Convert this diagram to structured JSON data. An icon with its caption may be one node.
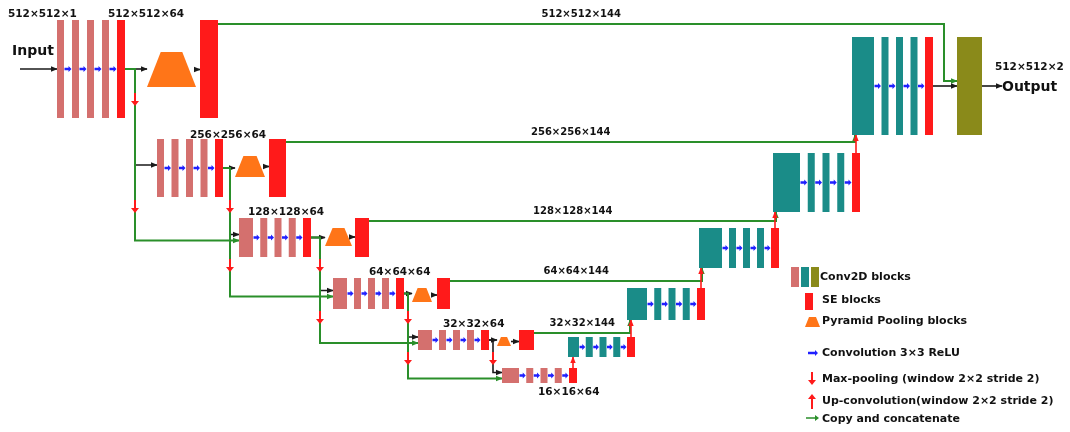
{
  "diagram": {
    "nodes": [
      {
        "text": [],
        "shape": "bars",
        "beside": [
          "512×512×1",
          "512×512×64"
        ]
      },
      {
        "text": [],
        "shape": "trapezoid"
      },
      {
        "text": [],
        "shape": "bar"
      },
      {
        "text": [],
        "shape": "bars",
        "beside": [
          "256×256×64"
        ]
      },
      {
        "text": [],
        "shape": "trapezoid"
      },
      {
        "text": [],
        "shape": "bar"
      },
      {
        "text": [],
        "shape": "bars",
        "beside": [
          "128×128×64"
        ]
      },
      {
        "text": [],
        "shape": "trapezoid"
      },
      {
        "text": [],
        "shape": "bar"
      },
      {
        "text": [],
        "shape": "bars",
        "beside": [
          "64×64×64"
        ]
      },
      {
        "text": [],
        "shape": "trapezoid"
      },
      {
        "text": [],
        "shape": "bar"
      },
      {
        "text": [],
        "shape": "bars",
        "beside": [
          "32×32×64"
        ]
      },
      {
        "text": [],
        "shape": "trapezoid"
      },
      {
        "text": [],
        "shape": "bar"
      },
      {
        "text": [],
        "shape": "bars",
        "beside": [
          "16×16×64"
        ]
      },
      {
        "text": [],
        "shape": "bars"
      },
      {
        "text": [],
        "shape": "bars"
      },
      {
        "text": [],
        "shape": "bars"
      },
      {
        "text": [],
        "shape": "bars"
      },
      {
        "text": [],
        "shape": "bars"
      },
      {
        "text": [],
        "shape": "bar",
        "beside": [
          "512×512×2"
        ]
      },
      {
        "text": [
          "Output"
        ]
      }
    ],
    "edges": [
      {
        "from": null,
        "to": 0,
        "arrow": "to"
      },
      {
        "from": 0,
        "to": 1,
        "arrow": "to"
      },
      {
        "from": 1,
        "to": 2,
        "arrow": "to"
      },
      {
        "from": 2,
        "to": 21,
        "arrow": "to",
        "label": "512×512×144",
        "color": "#2a8f2a"
      },
      {
        "from": 0,
        "to": 3,
        "arrow": "to"
      },
      {
        "from": 3,
        "to": 4,
        "arrow": "to"
      },
      {
        "from": 4,
        "to": 5,
        "arrow": "to"
      },
      {
        "from": 5,
        "to": 20,
        "arrow": "to",
        "label": "256×256×144",
        "color": "#2a8f2a"
      },
      {
        "from": 0,
        "to": 6,
        "arrow": "to",
        "color": "#2a8f2a"
      },
      {
        "from": 3,
        "to": 6,
        "arrow": "to"
      },
      {
        "from": 6,
        "to": 7,
        "arrow": "to"
      },
      {
        "from": 7,
        "to": 8,
        "arrow": "to"
      },
      {
        "from": 8,
        "to": 19,
        "arrow": "to",
        "label": "128×128×144",
        "color": "#2a8f2a"
      },
      {
        "from": 3,
        "to": 9,
        "arrow": "to",
        "color": "#2a8f2a"
      },
      {
        "from": 6,
        "to": 9,
        "arrow": "to"
      },
      {
        "from": 9,
        "to": 10,
        "arrow": "to"
      },
      {
        "from": 10,
        "to": 11,
        "arrow": "to"
      },
      {
        "from": 11,
        "to": 18,
        "arrow": "to",
        "label": "64×64×144",
        "color": "#2a8f2a"
      },
      {
        "from": 6,
        "to": 12,
        "arrow": "to",
        "color": "#2a8f2a"
      },
      {
        "from": 9,
        "to": 12,
        "arrow": "to"
      },
      {
        "from": 12,
        "to": 13,
        "arrow": "to"
      },
      {
        "from": 13,
        "to": 14,
        "arrow": "to"
      },
      {
        "from": 14,
        "to": 17,
        "arrow": "to",
        "label": "32×32×144",
        "color": "#2a8f2a"
      },
      {
        "from": 9,
        "to": 15,
        "arrow": "to",
        "color": "#2a8f2a"
      },
      {
        "from": 12,
        "to": 15,
        "arrow": "to"
      },
      {
        "from": 15,
        "to": 16,
        "arrow": "to",
        "color": "#ff1a1a"
      },
      {
        "from": 16,
        "to": 17,
        "arrow": "to",
        "color": "#ff1a1a"
      },
      {
        "from": 17,
        "to": 18,
        "arrow": "to",
        "color": "#ff1a1a"
      },
      {
        "from": 18,
        "to": 19,
        "arrow": "to",
        "color": "#ff1a1a"
      },
      {
        "from": 19,
        "to": 20,
        "arrow": "to",
        "color": "#ff1a1a"
      },
      {
        "from": 20,
        "to": 21,
        "arrow": "to"
      },
      {
        "from": 21,
        "to": 22,
        "arrow": "to"
      }
    ],
    "labels": [
      "Input"
    ],
    "legend": [
      {
        "text": "Conv2D blocks"
      },
      {
        "text": "SE blocks",
        "color": "#ff1a1a"
      },
      {
        "text": "Pyramid Pooling blocks"
      },
      {
        "text": "Convolution 3×3 ReLU"
      },
      {
        "text": "Max-pooling (window 2×2 stride 2)"
      },
      {
        "text": "Up-convolution(window 2×2 stride 2)"
      },
      {
        "text": "Copy and concatenate"
      }
    ]
  }
}
